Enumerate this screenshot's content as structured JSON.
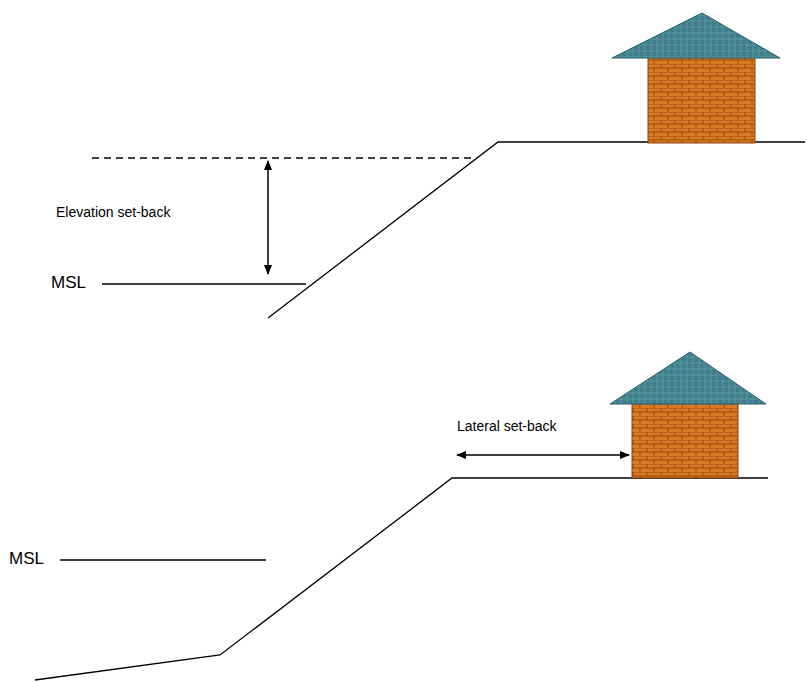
{
  "diagram": {
    "labels": [
      "Elevation set-back",
      "MSL",
      "Lateral set-back",
      "MSL"
    ]
  }
}
